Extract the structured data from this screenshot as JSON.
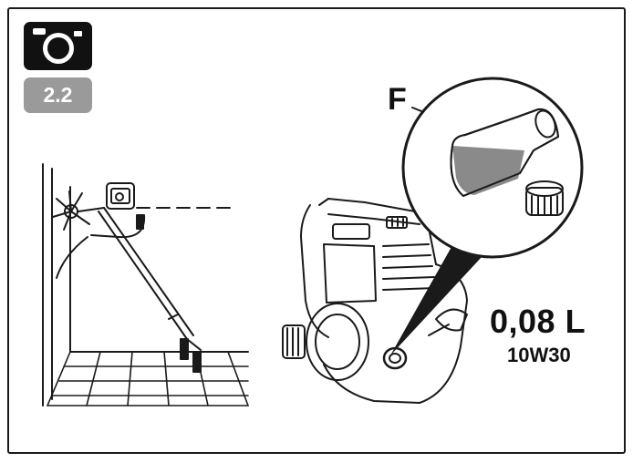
{
  "step_label": "2.2",
  "callout_letter": "F",
  "oil_volume": "0,08 L",
  "oil_grade": "10W30",
  "icons": [
    "camera-icon",
    "oil-bottle-icon",
    "bottle-cap-icon"
  ],
  "colors": {
    "frame": "#1a1a1a",
    "badge_dark": "#111111",
    "badge_grey": "#9a9a9a",
    "bottle_fill": "#8a8a8a"
  }
}
